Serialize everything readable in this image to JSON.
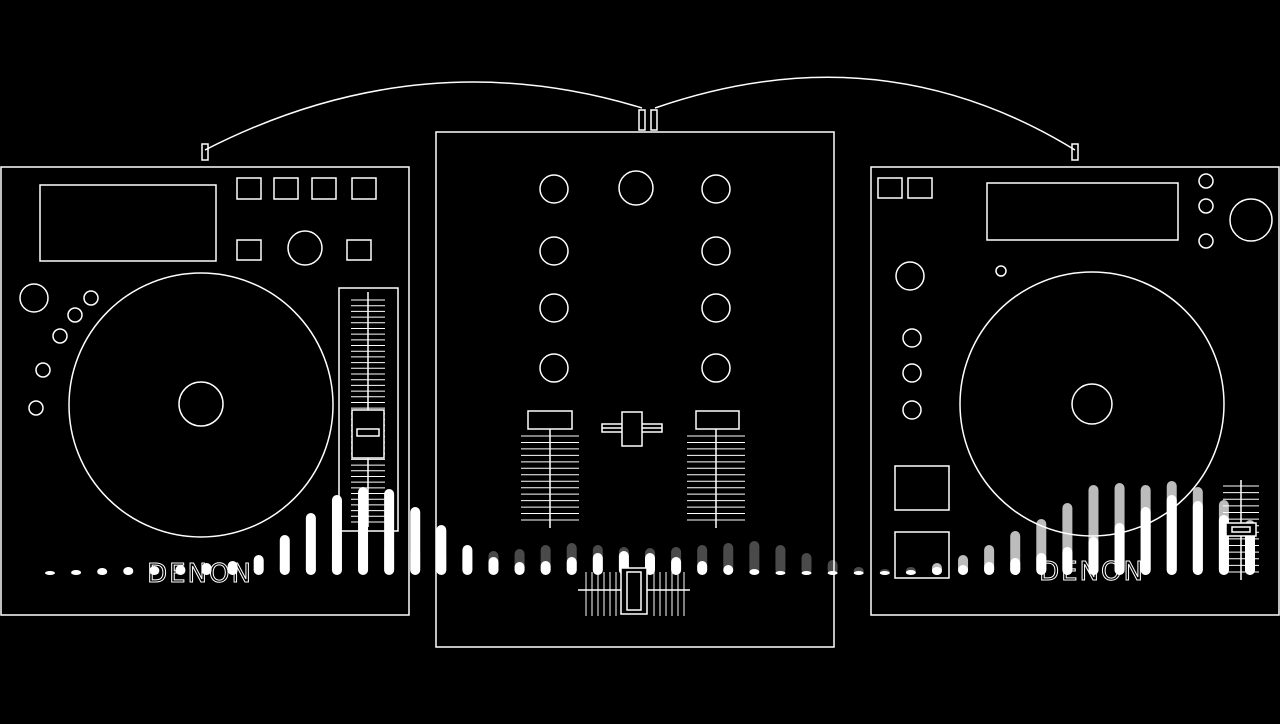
{
  "theme": {
    "background": "#000000",
    "line": "#ffffff",
    "bar_front": "#ffffff",
    "bar_back": "#4a4a4a",
    "bar_mid": "#bcbcbc"
  },
  "left_deck": {
    "brand": "DENON",
    "icons": [
      "display-screen-icon",
      "platter-icon",
      "pitch-slider-icon"
    ]
  },
  "right_deck": {
    "brand": "DENON",
    "icons": [
      "display-screen-icon",
      "platter-icon",
      "pitch-slider-icon"
    ]
  },
  "mixer": {
    "icons": [
      "knob-icon",
      "channel-fader-icon",
      "crossfader-icon"
    ]
  },
  "visualizer": {
    "front_levels": [
      0.03,
      0.05,
      0.07,
      0.08,
      0.09,
      0.1,
      0.12,
      0.14,
      0.2,
      0.4,
      0.62,
      0.8,
      0.88,
      0.86,
      0.68,
      0.5,
      0.3,
      0.18,
      0.13,
      0.14,
      0.18,
      0.22,
      0.24,
      0.22,
      0.18,
      0.14,
      0.1,
      0.06,
      0.04,
      0.03,
      0.03,
      0.03,
      0.04,
      0.05,
      0.08,
      0.1,
      0.13,
      0.17,
      0.22,
      0.28,
      0.38,
      0.52,
      0.68,
      0.8,
      0.74,
      0.6,
      0.45
    ],
    "back_levels": [
      0.02,
      0.03,
      0.04,
      0.05,
      0.05,
      0.06,
      0.07,
      0.08,
      0.1,
      0.14,
      0.2,
      0.26,
      0.3,
      0.3,
      0.28,
      0.26,
      0.24,
      0.24,
      0.26,
      0.3,
      0.32,
      0.3,
      0.28,
      0.27,
      0.28,
      0.3,
      0.32,
      0.34,
      0.3,
      0.22,
      0.15,
      0.08,
      0.06,
      0.08,
      0.12,
      0.2,
      0.3,
      0.44,
      0.56,
      0.72,
      0.9,
      0.92,
      0.9,
      0.94,
      0.88,
      0.75,
      0.55
    ]
  }
}
